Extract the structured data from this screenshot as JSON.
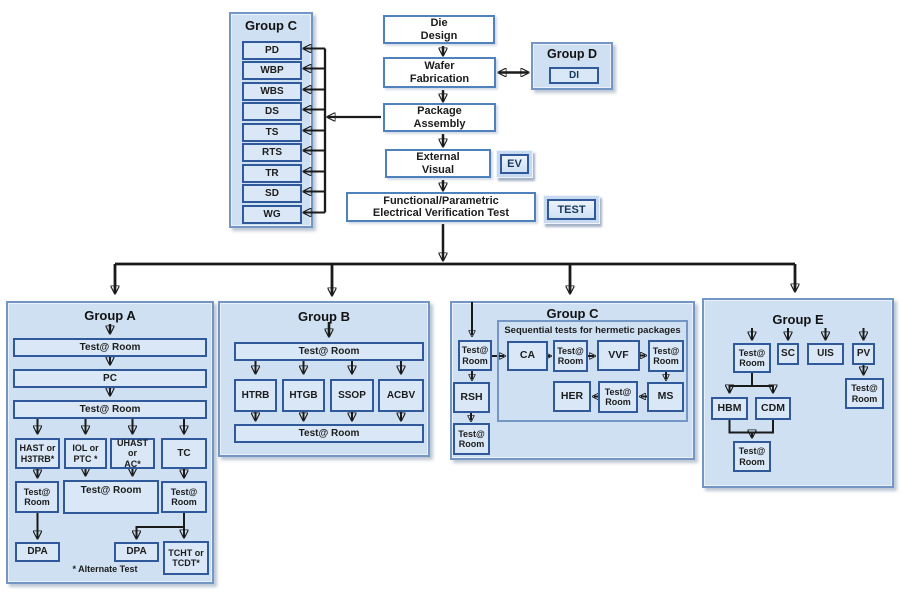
{
  "colors": {
    "panel_fill": "#cfe0f3",
    "panel_border": "#7396c4",
    "node_fill": "#d9e7f7",
    "node_border": "#30599b",
    "flow_box_border": "#4f81bd",
    "tag_text": "#17375e",
    "arrow": "#1a1a1a"
  },
  "top": {
    "group_c": {
      "title": "Group C",
      "items": [
        "PD",
        "WBP",
        "WBS",
        "DS",
        "TS",
        "RTS",
        "TR",
        "SD",
        "WG"
      ]
    },
    "group_d": {
      "title": "Group D",
      "item": "DI"
    },
    "flow": {
      "die": "Die\nDesign",
      "wafer": "Wafer\nFabrication",
      "package": "Package\nAssembly",
      "external": "External\nVisual",
      "functional": "Functional/Parametric\nElectrical Verification Test"
    },
    "tags": {
      "ev": "EV",
      "test": "TEST"
    }
  },
  "group_a": {
    "title": "Group A",
    "tr1": "Test@ Room",
    "pc": "PC",
    "tr2": "Test@ Room",
    "branches": [
      "HAST or\nH3TRB*",
      "IOL or\nPTC *",
      "UHAST or\nAC*",
      "TC"
    ],
    "tr_left": "Test@\nRoom",
    "tr_mid": "Test@ Room",
    "tr_right": "Test@\nRoom",
    "dpa_left": "DPA",
    "dpa_mid": "DPA",
    "tcht": "TCHT or\nTCDT*",
    "note": "* Alternate Test"
  },
  "group_b": {
    "title": "Group B",
    "tr_top": "Test@ Room",
    "branches": [
      "HTRB",
      "HTGB",
      "SSOP",
      "ACBV"
    ],
    "tr_bottom": "Test@ Room"
  },
  "group_c_seq": {
    "title": "Group C",
    "seq_label": "Sequential tests for hermetic packages",
    "tr_in": "Test@\nRoom",
    "rsh": "RSH",
    "tr_out": "Test@\nRoom",
    "ca": "CA",
    "tr_a": "Test@\nRoom",
    "vvf": "VVF",
    "tr_b": "Test@\nRoom",
    "her": "HER",
    "tr_c": "Test@\nRoom",
    "ms": "MS"
  },
  "group_e": {
    "title": "Group E",
    "tr_main": "Test@\nRoom",
    "sc": "SC",
    "uis": "UIS",
    "pv": "PV",
    "tr_pv": "Test@\nRoom",
    "hbm": "HBM",
    "cdm": "CDM",
    "tr_bottom": "Test@\nRoom"
  }
}
